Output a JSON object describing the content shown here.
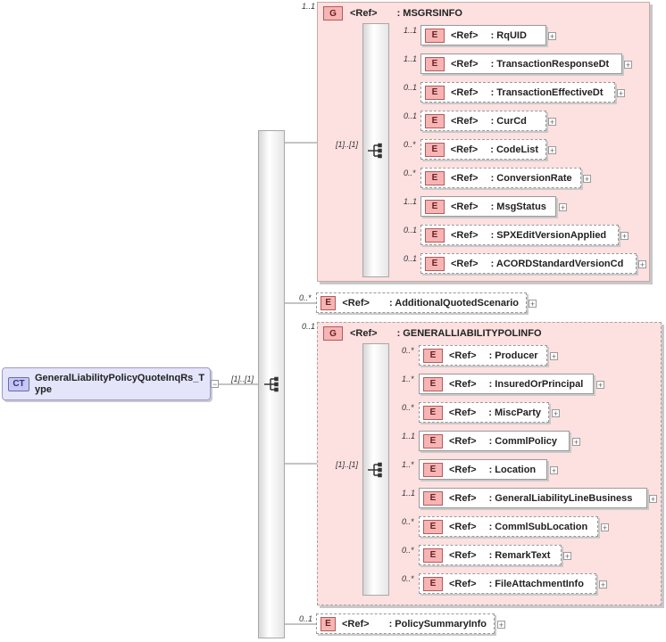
{
  "complex_type": {
    "badge": "CT",
    "name": "GeneralLiabilityPolicyQuoteInqRs_T",
    "name_line2": "ype",
    "connector_card": "[1]..[1]"
  },
  "groups": [
    {
      "badge": "G",
      "ref": "<Ref>",
      "name": ": MSGRSINFO",
      "occurrence": "1..1",
      "seq_card": "[1]..[1]",
      "children": [
        {
          "badge": "E",
          "ref": "<Ref>",
          "name": ": RqUID",
          "card": "1..1",
          "optional": false
        },
        {
          "badge": "E",
          "ref": "<Ref>",
          "name": ": TransactionResponseDt",
          "card": "1..1",
          "optional": false
        },
        {
          "badge": "E",
          "ref": "<Ref>",
          "name": ": TransactionEffectiveDt",
          "card": "0..1",
          "optional": true
        },
        {
          "badge": "E",
          "ref": "<Ref>",
          "name": ": CurCd",
          "card": "0..1",
          "optional": true
        },
        {
          "badge": "E",
          "ref": "<Ref>",
          "name": ": CodeList",
          "card": "0..*",
          "optional": true
        },
        {
          "badge": "E",
          "ref": "<Ref>",
          "name": ": ConversionRate",
          "card": "0..*",
          "optional": true
        },
        {
          "badge": "E",
          "ref": "<Ref>",
          "name": ": MsgStatus",
          "card": "1..1",
          "optional": false
        },
        {
          "badge": "E",
          "ref": "<Ref>",
          "name": ": SPXEditVersionApplied",
          "card": "0..1",
          "optional": true
        },
        {
          "badge": "E",
          "ref": "<Ref>",
          "name": ": ACORDStandardVersionCd",
          "card": "0..1",
          "optional": true
        }
      ]
    },
    {
      "badge": "G",
      "ref": "<Ref>",
      "name": ": GENERALLIABILITYPOLINFO",
      "occurrence": "0..1",
      "seq_card": "[1]..[1]",
      "children": [
        {
          "badge": "E",
          "ref": "<Ref>",
          "name": ": Producer",
          "card": "0..*",
          "optional": true
        },
        {
          "badge": "E",
          "ref": "<Ref>",
          "name": ": InsuredOrPrincipal",
          "card": "1..*",
          "optional": false
        },
        {
          "badge": "E",
          "ref": "<Ref>",
          "name": ": MiscParty",
          "card": "0..*",
          "optional": true
        },
        {
          "badge": "E",
          "ref": "<Ref>",
          "name": ": CommlPolicy",
          "card": "1..1",
          "optional": false
        },
        {
          "badge": "E",
          "ref": "<Ref>",
          "name": ": Location",
          "card": "1..*",
          "optional": false
        },
        {
          "badge": "E",
          "ref": "<Ref>",
          "name": ": GeneralLiabilityLineBusiness",
          "card": "1..1",
          "optional": false
        },
        {
          "badge": "E",
          "ref": "<Ref>",
          "name": ": CommlSubLocation",
          "card": "0..*",
          "optional": true
        },
        {
          "badge": "E",
          "ref": "<Ref>",
          "name": ": RemarkText",
          "card": "0..*",
          "optional": true
        },
        {
          "badge": "E",
          "ref": "<Ref>",
          "name": ": FileAttachmentInfo",
          "card": "0..*",
          "optional": true
        }
      ]
    }
  ],
  "standalone": [
    {
      "badge": "E",
      "ref": "<Ref>",
      "name": ": AdditionalQuotedScenario",
      "card": "0..*",
      "optional": true
    },
    {
      "badge": "E",
      "ref": "<Ref>",
      "name": ": PolicySummaryInfo",
      "card": "0..1",
      "optional": true
    }
  ],
  "expand_symbol": "+",
  "collapse_symbol": "−"
}
